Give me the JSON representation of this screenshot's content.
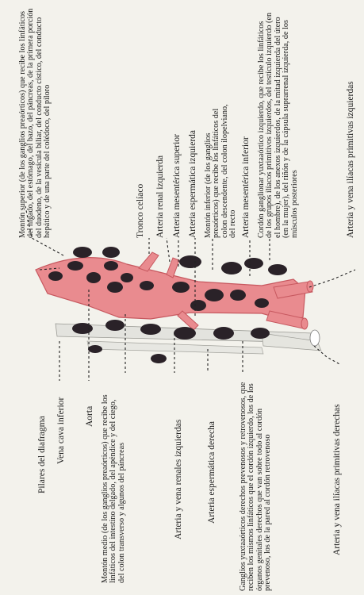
{
  "labels": {
    "monton_superior": "Montón superior (de los ganglios preaórticos) que recibe los linfáticos del hígado, del estómago, del bazo, del páncreas, de la primera porción del duodeno, de la vesícula biliar, del conducto cístico, del conducto hepático y de una parte del colédoco, del píloro",
    "tronco_celiaco": "Tronco celíaco",
    "arteria_renal_izq": "Arteria renal izquierda",
    "arteria_mesenterica_superior": "Arteria mesentérica superior",
    "arteria_espermatica_izq": "Arteria espermática izquierda",
    "monton_inferior": "Montón inferior (de los ganglios preaórticos) que recibe los linfáticos del colon descendente, del colon ilopelviano, del recto",
    "arteria_mesenterica_inferior": "Arteria mesentérica inferior",
    "cordon_ganglionar_izq": "Cordón ganglionar yuxtaaórtico izquierdo, que recibe los linfáticos de los grupos ilíacos primitivos izquierdos, del testículo izquierdo (en el hombre), de los anexos izquierdos, de la mitad izquierda del útero (en la mujer), del riñón y de la cápsula suprarrenal izquierda, de los músculos posteriores",
    "arteria_vena_iliacas_izq": "Arteria y vena ilíacas primitivas izquierdas",
    "pilares_diafragma": "Pilares del diafragma",
    "vena_cava_inferior": "Vena cava inferior",
    "aorta": "Aorta",
    "monton_medio": "Montón medio (de los ganglios preaórticos) que recibe los linfáticos del intestino delgado, del apéndice y del ciego, del colon transverso y algunos del páncreas",
    "arteria_vena_renales_izq": "Arteria y vena renales izquierdas",
    "arteria_espermatica_der": "Arteria espermática derecha",
    "ganglios_yuxtaaorticos_der": "Ganglios yuxtaaórticos derechos prevenosos y retrovenosos, que reciben los mismos linfáticos que el cordón izquierdo, los de los órganos genitales derechos que van sobre todo al cordón prevenoso, los de la pared al cordón retrovenoso",
    "arteria_vena_iliacas_der": "Arteria y vena ilíacas primitivas derechas"
  },
  "colors": {
    "aorta": "#e98b8f",
    "aorta_edge": "#c7585f",
    "vein": "#e6e6e2",
    "node": "#2a2228",
    "background": "#f3f2ec"
  }
}
